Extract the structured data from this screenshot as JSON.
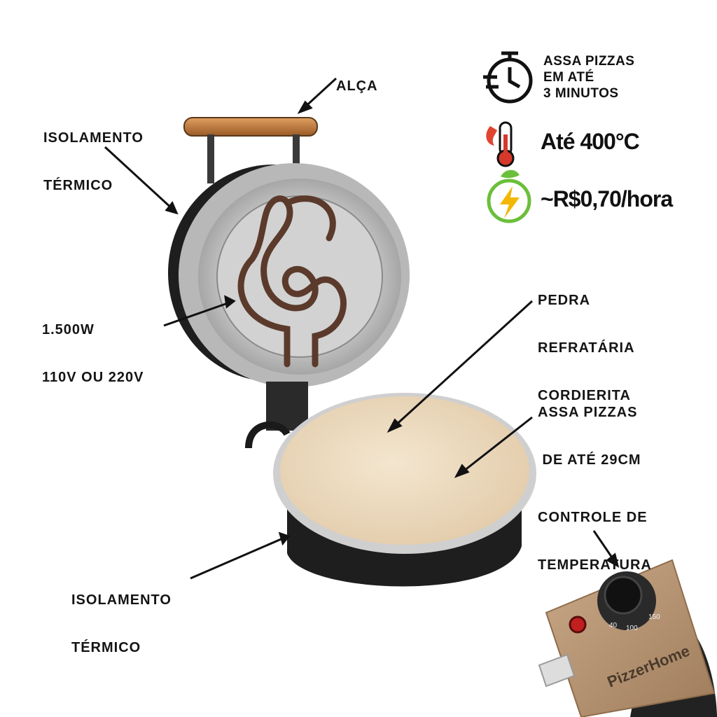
{
  "labels": {
    "alca": "ALÇA",
    "isolamento_top": [
      "ISOLAMENTO",
      "TÉRMICO"
    ],
    "potencia": [
      "1.500W",
      "110V OU 220V"
    ],
    "pedra": [
      "PEDRA",
      "REFRATÁRIA",
      "CORDIERITA"
    ],
    "assa_tamanho": [
      "ASSA PIZZAS",
      " DE ATÉ 29CM"
    ],
    "controle": [
      "CONTROLE DE",
      "TEMPERATURA"
    ],
    "isolamento_bottom": [
      "ISOLAMENTO",
      "TÉRMICO"
    ]
  },
  "features": {
    "tempo": [
      "ASSA PIZZAS",
      "EM ATÉ",
      "3 MINUTOS"
    ],
    "temperatura": "Até 400°C",
    "custo": "~R$0,70/hora"
  },
  "control_panel": {
    "brand": "PizzerHome",
    "dial_marks": [
      "40",
      "100",
      "150"
    ]
  },
  "icons": [
    "stopwatch-icon",
    "thermometer-flame-icon",
    "eco-energy-icon"
  ],
  "colors": {
    "text": "#141414",
    "handle_wood": "#c07a3a",
    "stone": "#ecdcc2",
    "metal": "#c9c9c9",
    "body_dark": "#1e1e1e",
    "energy_green": "#6bbf3a",
    "energy_yellow": "#f2b705",
    "thermo_red": "#d6382c"
  }
}
